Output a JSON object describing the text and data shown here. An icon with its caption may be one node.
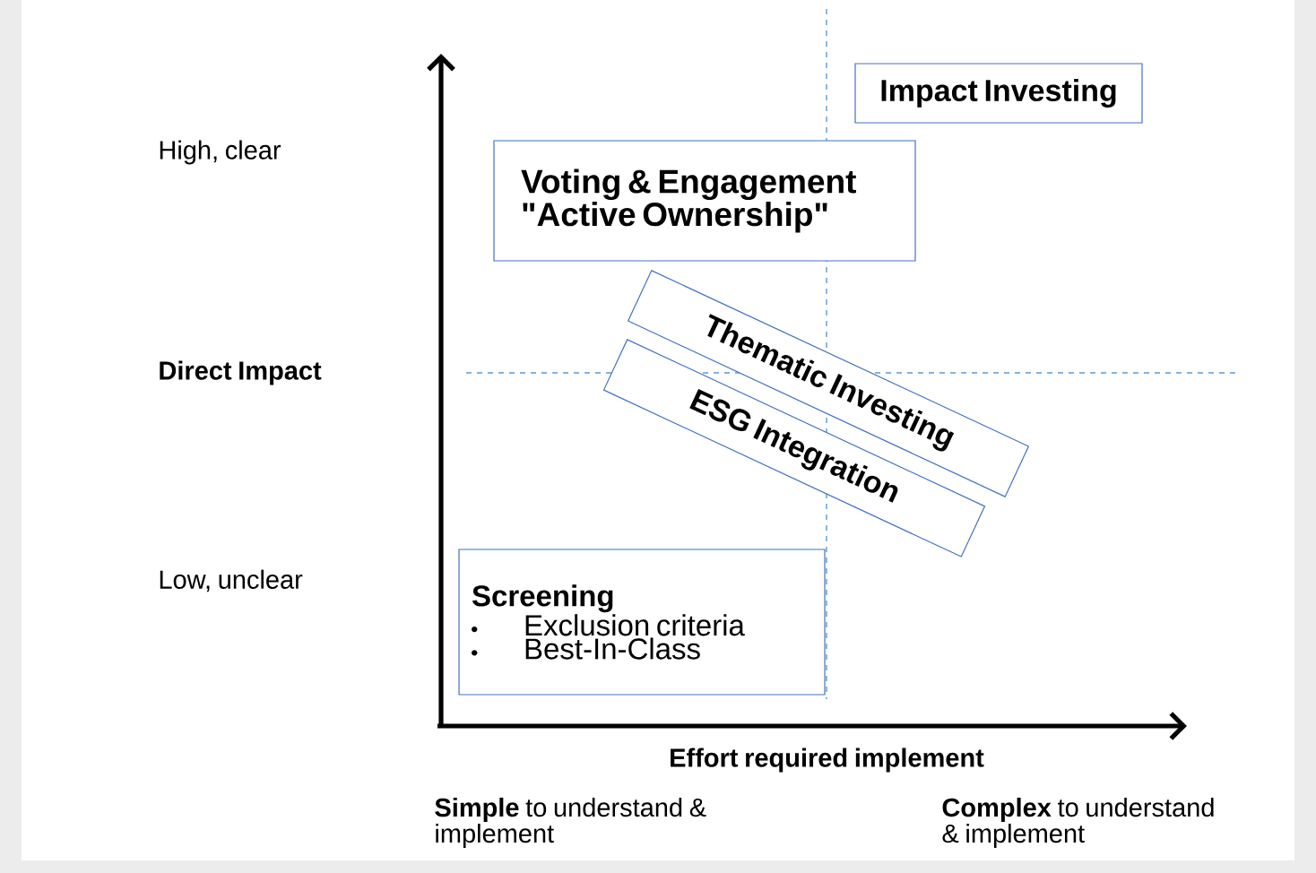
{
  "diagram": {
    "nodes": [
      {
        "text": [
          "Impact Investing"
        ]
      },
      {
        "text": [
          "Voting & Engagement \"Active Ownership\""
        ]
      },
      {
        "text": [
          "Thematic Investing"
        ]
      },
      {
        "text": [
          "ESG Integration"
        ]
      },
      {
        "text": [
          "Screening",
          "Exclusion criteria",
          "Best-In-Class"
        ]
      }
    ],
    "labels": [
      "High, clear",
      "Direct Impact",
      "Low, unclear",
      "Effort required implement",
      "**Simple** to understand & implement",
      "**Complex** to understand & implement"
    ]
  }
}
